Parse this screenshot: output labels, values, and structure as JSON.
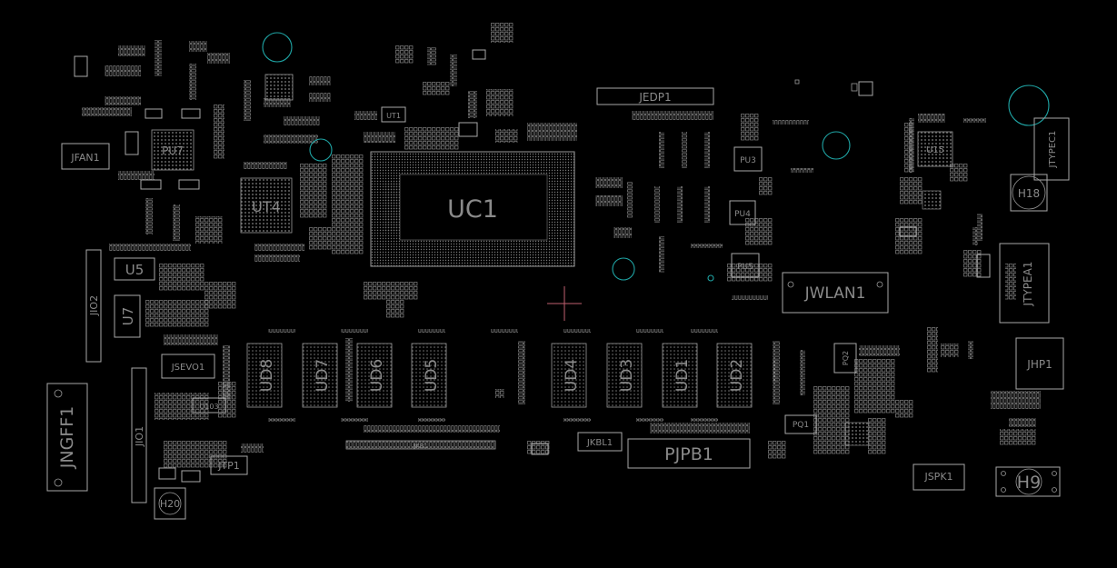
{
  "view": {
    "background_color": "#000000",
    "outline_color": "#a8a8a8",
    "label_color": "#8a8a8a",
    "hole_color": "#1fa5a5",
    "cursor_color": "#c06070"
  },
  "components": {
    "uc1": "UC1",
    "ut4": "UT4",
    "pu7": "PU7",
    "jedp1": "JEDP1",
    "jfan1": "JFAN1",
    "jwlan1": "JWLAN1",
    "jngff1": "JNGFF1",
    "jio2": "JIO2",
    "jio1": "JIO1",
    "u5": "U5",
    "u7": "U7",
    "jsevo1": "JSEVO1",
    "u103": "U103",
    "jtp1": "JTP1",
    "h20": "H20",
    "ud8": "UD8",
    "ud7": "UD7",
    "ud6": "UD6",
    "ud5": "UD5",
    "ud4": "UD4",
    "ud3": "UD3",
    "ud1": "UD1",
    "ud2": "UD2",
    "jkb1": "JKB1",
    "jkbl1": "JKBL1",
    "pjpb1": "PJPB1",
    "ut1": "UT1",
    "pu3": "PU3",
    "pu4": "PU4",
    "pu5": "PU5",
    "u15": "U15",
    "jtypec1": "JTYPEC1",
    "h18": "H18",
    "jtypea1": "JTYPEA1",
    "jhp1": "JHP1",
    "pq2": "PQ2",
    "pq1": "PQ1",
    "jspk1": "JSPK1",
    "h9": "H9"
  }
}
